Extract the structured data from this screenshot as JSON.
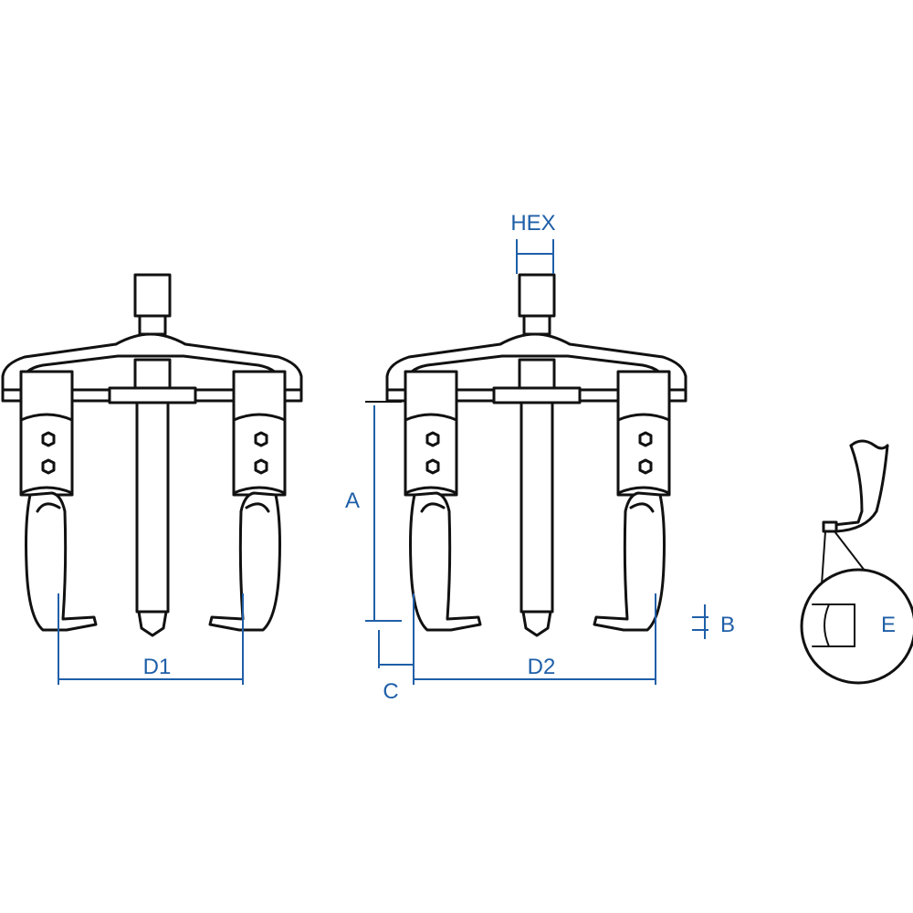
{
  "colors": {
    "line": "#111111",
    "dimension": "#1f5fa8",
    "background": "#ffffff"
  },
  "labels": {
    "hex": "HEX",
    "d1": "D1",
    "d2": "D2",
    "a": "A",
    "b": "B",
    "c": "C",
    "e": "E"
  }
}
